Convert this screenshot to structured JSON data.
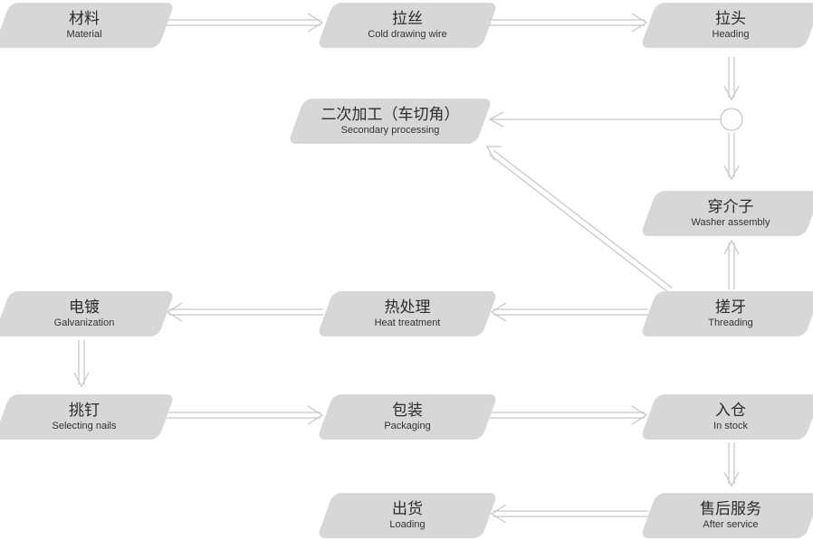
{
  "nodes": {
    "material": {
      "zh": "材料",
      "en": "Material"
    },
    "drawing": {
      "zh": "拉丝",
      "en": "Cold drawing wire"
    },
    "heading": {
      "zh": "拉头",
      "en": "Heading"
    },
    "secondary": {
      "zh": "二次加工（车切角）",
      "en": "Secondary processing"
    },
    "washer": {
      "zh": "穿介子",
      "en": "Washer assembly"
    },
    "galvan": {
      "zh": "电镀",
      "en": "Galvanization"
    },
    "heat": {
      "zh": "热处理",
      "en": "Heat treatment"
    },
    "threading": {
      "zh": "搓牙",
      "en": "Threading"
    },
    "selecting": {
      "zh": "挑钉",
      "en": "Selecting nails"
    },
    "packaging": {
      "zh": "包装",
      "en": "Packaging"
    },
    "instock": {
      "zh": "入仓",
      "en": "In stock"
    },
    "loading": {
      "zh": "出货",
      "en": "Loading"
    },
    "after": {
      "zh": "售后服务",
      "en": "After service"
    }
  },
  "colors": {
    "node_fill": "#d7d7d7",
    "arrow": "#c4c4c4",
    "text": "#2b2b2b"
  }
}
